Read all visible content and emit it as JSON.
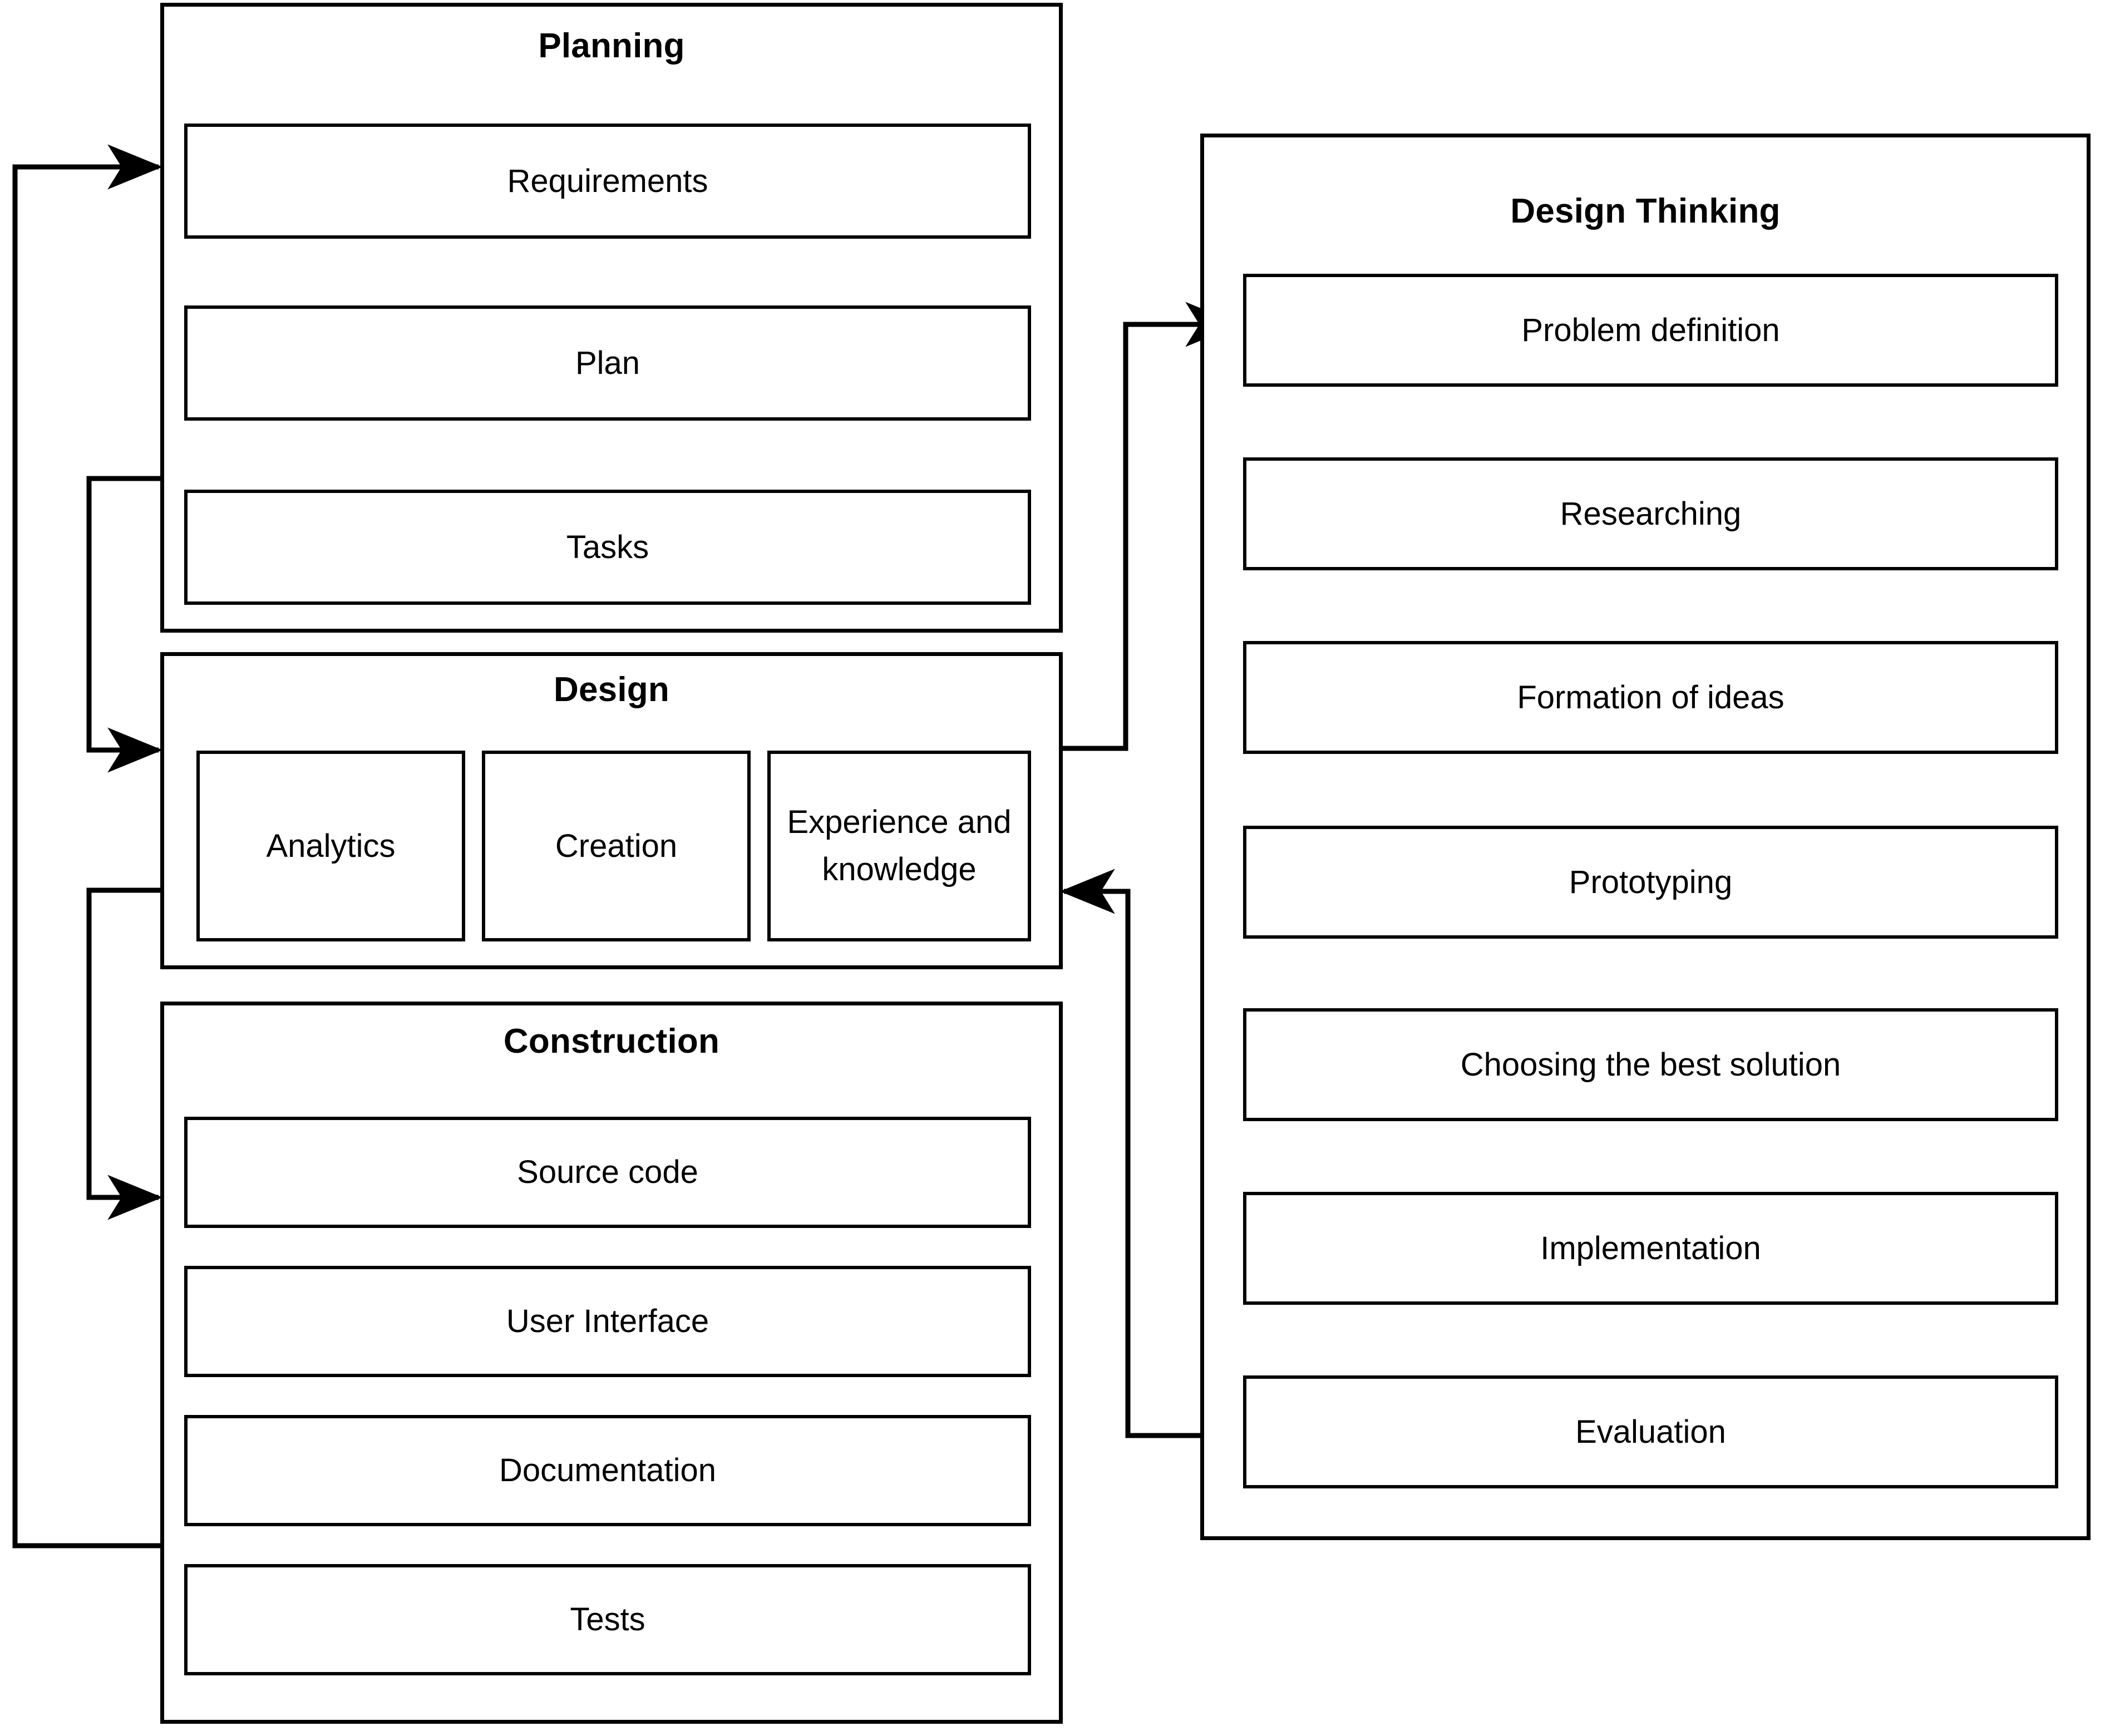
{
  "diagram": {
    "title_hidden": "",
    "stroke_color": "#000000",
    "background_color": "#ffffff",
    "groups": [
      {
        "id": "planning",
        "title": "Planning",
        "nodes": [
          {
            "label": "Requirements"
          },
          {
            "label": "Plan"
          },
          {
            "label": "Tasks"
          }
        ]
      },
      {
        "id": "design",
        "title": "Design",
        "nodes": [
          {
            "label": "Analytics"
          },
          {
            "label": "Creation"
          },
          {
            "label": "Experience and knowledge"
          }
        ]
      },
      {
        "id": "construction",
        "title": "Construction",
        "nodes": [
          {
            "label": "Source code"
          },
          {
            "label": "User Interface"
          },
          {
            "label": "Documentation"
          },
          {
            "label": "Tests"
          }
        ]
      },
      {
        "id": "design-thinking",
        "title": "Design Thinking",
        "nodes": [
          {
            "label": "Problem definition"
          },
          {
            "label": "Researching"
          },
          {
            "label": "Formation of ideas"
          },
          {
            "label": "Prototyping"
          },
          {
            "label": "Choosing the best solution"
          },
          {
            "label": "Implementation"
          },
          {
            "label": "Evaluation"
          }
        ]
      }
    ],
    "connectors": [
      {
        "from": "construction",
        "to": "planning",
        "style": "feedback-loop-outer"
      },
      {
        "from": "planning",
        "to": "design",
        "style": "hook-left"
      },
      {
        "from": "design",
        "to": "construction",
        "style": "hook-left"
      },
      {
        "from": "design",
        "to": "problem-definition",
        "style": "hook-right"
      },
      {
        "from": "evaluation",
        "to": "design",
        "style": "hook-right-return"
      },
      {
        "from": "requirements",
        "to": "plan",
        "style": "down-arrow"
      },
      {
        "from": "plan",
        "to": "tasks",
        "style": "down-arrow"
      },
      {
        "from": "problem-definition",
        "to": "researching",
        "style": "down-arrow"
      },
      {
        "from": "researching",
        "to": "formation-of-ideas",
        "style": "down-arrow"
      },
      {
        "from": "formation-of-ideas",
        "to": "prototyping",
        "style": "down-arrow"
      },
      {
        "from": "prototyping",
        "to": "choosing-the-best-solution",
        "style": "down-arrow"
      },
      {
        "from": "choosing-the-best-solution",
        "to": "implementation",
        "style": "down-arrow"
      },
      {
        "from": "implementation",
        "to": "evaluation",
        "style": "down-arrow"
      }
    ]
  }
}
